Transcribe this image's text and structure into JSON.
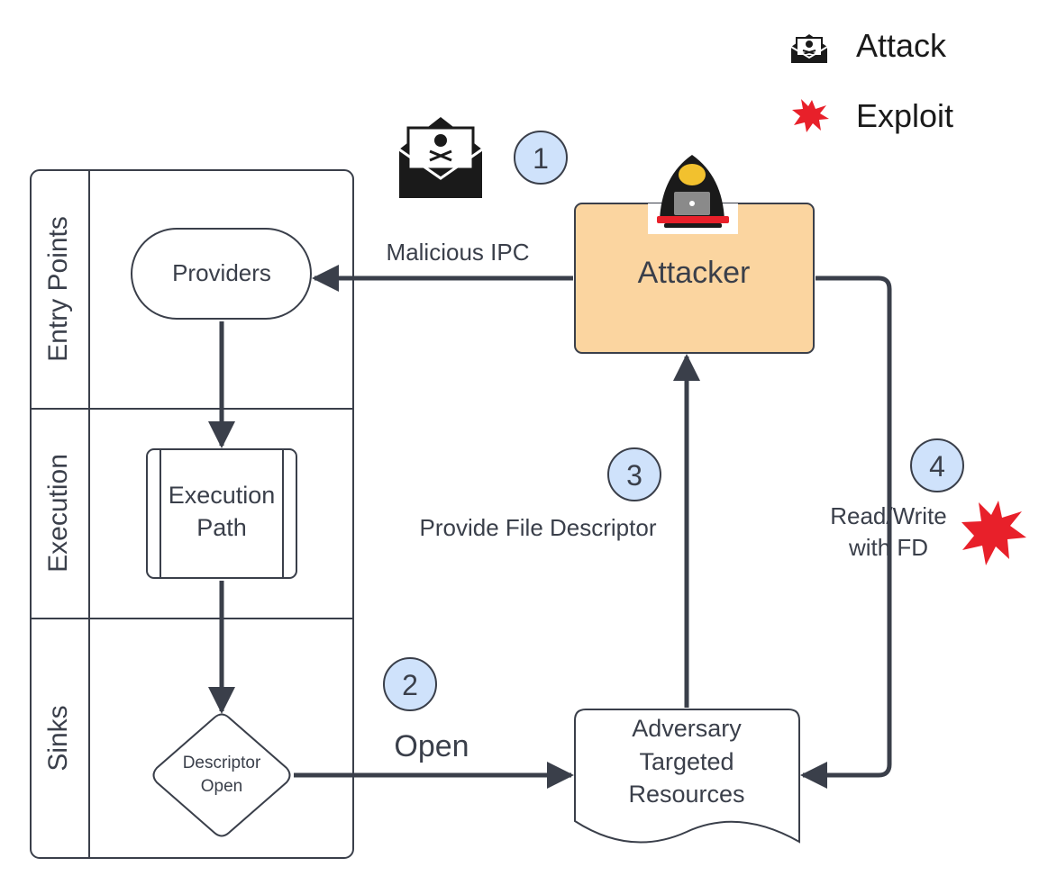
{
  "legend": {
    "attack_label": "Attack",
    "exploit_label": "Exploit",
    "attack_icon": "malicious-envelope-icon",
    "exploit_icon": "red-starburst-icon"
  },
  "lanes": [
    {
      "label": "Entry Points"
    },
    {
      "label": "Execution"
    },
    {
      "label": "Sinks"
    }
  ],
  "nodes": {
    "providers": "Providers",
    "execution_path_line1": "Execution",
    "execution_path_line2": "Path",
    "descriptor_open_line1": "Descriptor",
    "descriptor_open_line2": "Open",
    "attacker": "Attacker",
    "resources_line1": "Adversary",
    "resources_line2": "Targeted",
    "resources_line3": "Resources"
  },
  "edges": {
    "malicious_ipc": "Malicious IPC",
    "open": "Open",
    "provide_fd": "Provide File Descriptor",
    "read_write_line1": "Read/Write",
    "read_write_line2": "with FD"
  },
  "steps": [
    "1",
    "2",
    "3",
    "4"
  ],
  "colors": {
    "line": "#3a3f4a",
    "attacker_fill": "#fbd5a0",
    "step_fill": "#cfe2fb",
    "exploit_red": "#e8202a"
  }
}
